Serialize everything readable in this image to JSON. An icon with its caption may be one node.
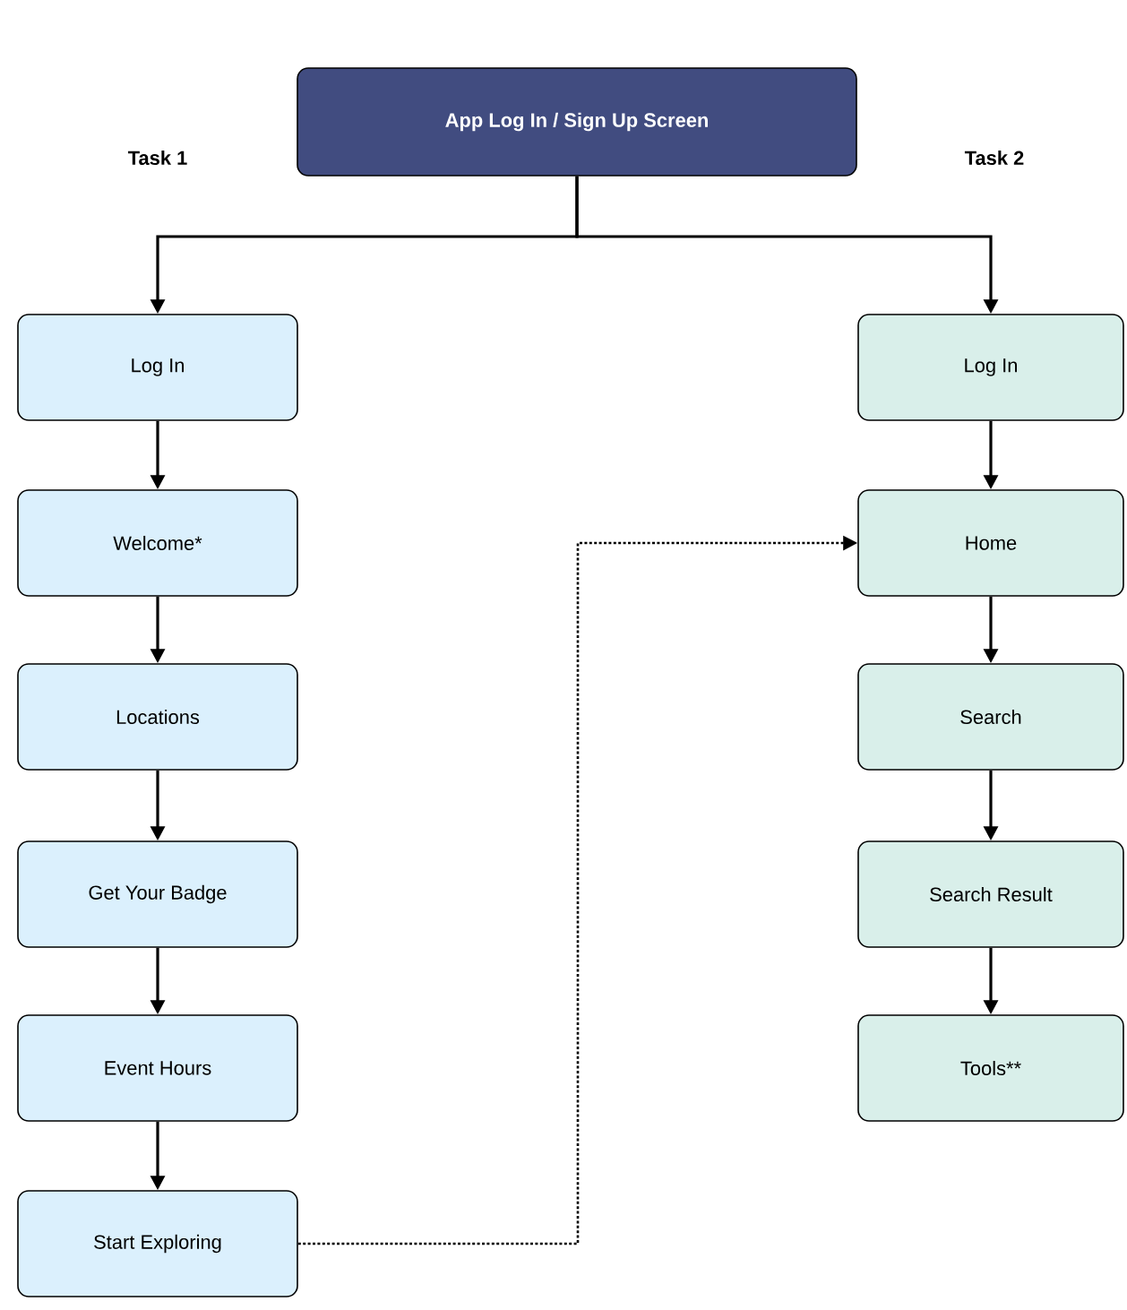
{
  "diagram": {
    "nodes": [
      {
        "text": [
          "App Log In / Sign Up Screen"
        ]
      },
      {
        "text": [
          "Log In"
        ]
      },
      {
        "text": [
          "Welcome*"
        ]
      },
      {
        "text": [
          "Locations"
        ]
      },
      {
        "text": [
          "Get Your Badge"
        ]
      },
      {
        "text": [
          "Event Hours"
        ]
      },
      {
        "text": [
          "Start Exploring"
        ]
      },
      {
        "text": [
          "Log In"
        ]
      },
      {
        "text": [
          "Home"
        ]
      },
      {
        "text": [
          "Search"
        ]
      },
      {
        "text": [
          "Search Result"
        ]
      },
      {
        "text": [
          "Tools**"
        ]
      }
    ],
    "edges": [
      {
        "from": 0,
        "to": 1,
        "arrow": "to"
      },
      {
        "from": 0,
        "to": 7,
        "arrow": "to"
      },
      {
        "from": 1,
        "to": 2,
        "arrow": "to"
      },
      {
        "from": 2,
        "to": 3,
        "arrow": "to"
      },
      {
        "from": 3,
        "to": 4,
        "arrow": "to"
      },
      {
        "from": 4,
        "to": 5,
        "arrow": "to"
      },
      {
        "from": 5,
        "to": 6,
        "arrow": "to"
      },
      {
        "from": 6,
        "to": 8,
        "arrow": "to",
        "style": "dashed"
      },
      {
        "from": 7,
        "to": 8,
        "arrow": "to"
      },
      {
        "from": 8,
        "to": 9,
        "arrow": "to"
      },
      {
        "from": 9,
        "to": 10,
        "arrow": "to"
      },
      {
        "from": 10,
        "to": 11,
        "arrow": "to"
      }
    ],
    "labels": [
      "Task 1",
      "Task 2"
    ]
  }
}
